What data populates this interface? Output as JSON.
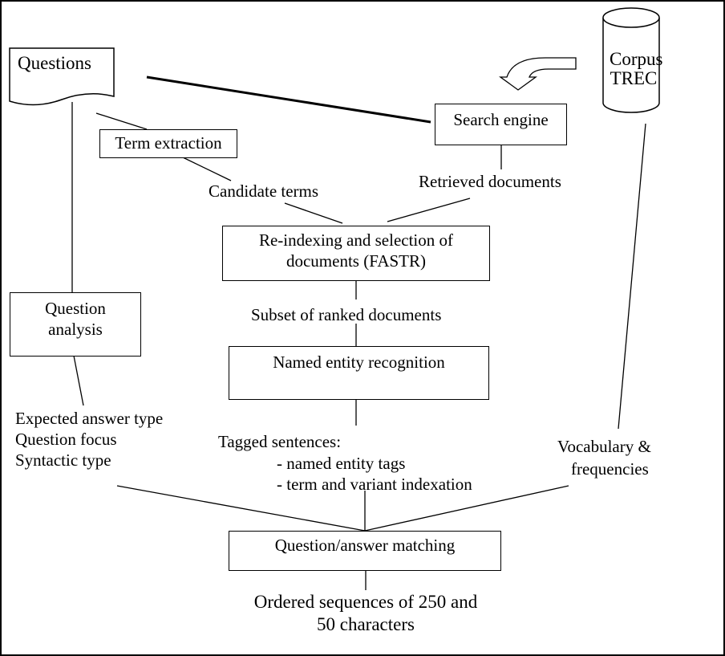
{
  "nodes": {
    "questions": "Questions",
    "corpus_line1": "Corpus",
    "corpus_line2": "TREC",
    "search_engine": "Search engine",
    "term_extraction": "Term extraction",
    "candidate_terms": "Candidate terms",
    "retrieved_documents": "Retrieved documents",
    "reindex_line1": "Re-indexing and selection of",
    "reindex_line2": "documents (FASTR)",
    "question_analysis_line1": "Question",
    "question_analysis_line2": "analysis",
    "subset_ranked": "Subset of ranked documents",
    "ner": "Named entity recognition",
    "analysis_out_line1": "Expected answer type",
    "analysis_out_line2": "Question focus",
    "analysis_out_line3": "Syntactic type",
    "tagged_line1": "Tagged sentences:",
    "tagged_line2": "- named entity tags",
    "tagged_line3": "- term and variant indexation",
    "vocab_line1": "Vocabulary &",
    "vocab_line2": "frequencies",
    "qa_matching": "Question/answer matching",
    "output_line1": "Ordered sequences of 250 and",
    "output_line2": "50 characters"
  }
}
